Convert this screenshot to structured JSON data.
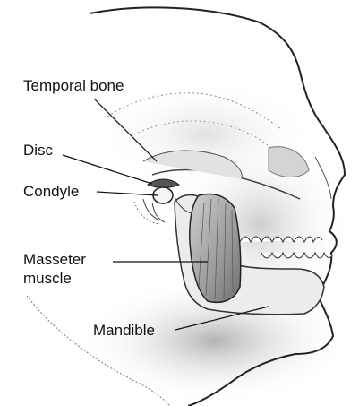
{
  "figure": {
    "labels": {
      "temporal_bone": "Temporal bone",
      "disc": "Disc",
      "condyle": "Condyle",
      "masseter_line1": "Masseter",
      "masseter_line2": "muscle",
      "mandible": "Mandible"
    }
  }
}
